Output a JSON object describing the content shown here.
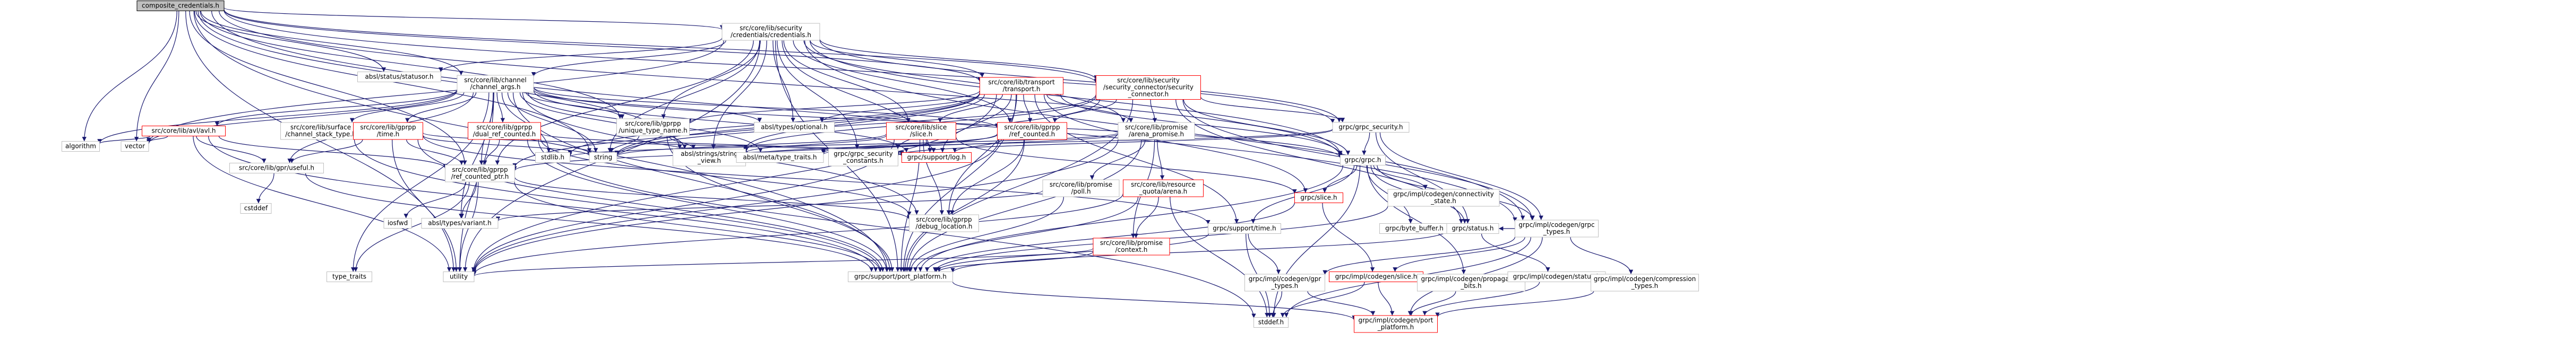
{
  "diagram": {
    "nodes": [
      {
        "id": "root",
        "lines": [
          "composite_credentials.h"
        ],
        "style": "root"
      },
      {
        "id": "credentials",
        "lines": [
          "src/core/lib/security",
          "/credentials/credentials.h"
        ],
        "style": "normal"
      },
      {
        "id": "status_statusor",
        "lines": [
          "absl/status/statusor.h"
        ],
        "style": "normal"
      },
      {
        "id": "channel_args",
        "lines": [
          "src/core/lib/channel",
          "/channel_args.h"
        ],
        "style": "normal"
      },
      {
        "id": "transport",
        "lines": [
          "src/core/lib/transport",
          "/transport.h"
        ],
        "style": "red"
      },
      {
        "id": "security_connector",
        "lines": [
          "src/core/lib/security",
          "/security_connector/security",
          "_connector.h"
        ],
        "style": "red"
      },
      {
        "id": "grpc_security",
        "lines": [
          "grpc/grpc_security.h"
        ],
        "style": "normal"
      },
      {
        "id": "avl",
        "lines": [
          "src/core/lib/avl/avl.h"
        ],
        "style": "red"
      },
      {
        "id": "channel_stack_type",
        "lines": [
          "src/core/lib/surface",
          "/channel_stack_type.h"
        ],
        "style": "normal"
      },
      {
        "id": "gprpp_time",
        "lines": [
          "src/core/lib/gprpp",
          "/time.h"
        ],
        "style": "red"
      },
      {
        "id": "dual_ref_counted",
        "lines": [
          "src/core/lib/gprpp",
          "/dual_ref_counted.h"
        ],
        "style": "red"
      },
      {
        "id": "unique_type_name",
        "lines": [
          "src/core/lib/gprpp",
          "/unique_type_name.h"
        ],
        "style": "normal"
      },
      {
        "id": "optional",
        "lines": [
          "absl/types/optional.h"
        ],
        "style": "normal"
      },
      {
        "id": "slice",
        "lines": [
          "src/core/lib/slice",
          "/slice.h"
        ],
        "style": "red"
      },
      {
        "id": "ref_counted",
        "lines": [
          "src/core/lib/gprpp",
          "/ref_counted.h"
        ],
        "style": "red"
      },
      {
        "id": "arena_promise",
        "lines": [
          "src/core/lib/promise",
          "/arena_promise.h"
        ],
        "style": "normal"
      },
      {
        "id": "grpc_h",
        "lines": [
          "grpc/grpc.h"
        ],
        "style": "normal"
      },
      {
        "id": "algorithm",
        "lines": [
          "algorithm"
        ],
        "style": "normal"
      },
      {
        "id": "vector",
        "lines": [
          "vector"
        ],
        "style": "normal"
      },
      {
        "id": "useful",
        "lines": [
          "src/core/lib/gpr/useful.h"
        ],
        "style": "normal"
      },
      {
        "id": "ref_counted_ptr",
        "lines": [
          "src/core/lib/gprpp",
          "/ref_counted_ptr.h"
        ],
        "style": "normal"
      },
      {
        "id": "stdlib",
        "lines": [
          "stdlib.h"
        ],
        "style": "normal"
      },
      {
        "id": "string",
        "lines": [
          "string"
        ],
        "style": "normal"
      },
      {
        "id": "string_view",
        "lines": [
          "absl/strings/string",
          "_view.h"
        ],
        "style": "normal"
      },
      {
        "id": "type_traits_absl",
        "lines": [
          "absl/meta/type_traits.h"
        ],
        "style": "normal"
      },
      {
        "id": "grpc_security_constants",
        "lines": [
          "grpc/grpc_security",
          "_constants.h"
        ],
        "style": "normal"
      },
      {
        "id": "support_log",
        "lines": [
          "grpc/support/log.h"
        ],
        "style": "red"
      },
      {
        "id": "poll",
        "lines": [
          "src/core/lib/promise",
          "/poll.h"
        ],
        "style": "normal"
      },
      {
        "id": "resource_quota_arena",
        "lines": [
          "src/core/lib/resource",
          "_quota/arena.h"
        ],
        "style": "red"
      },
      {
        "id": "cstddef",
        "lines": [
          "cstddef"
        ],
        "style": "normal"
      },
      {
        "id": "iosfwd",
        "lines": [
          "iosfwd"
        ],
        "style": "normal"
      },
      {
        "id": "variant",
        "lines": [
          "absl/types/variant.h"
        ],
        "style": "normal"
      },
      {
        "id": "debug_location",
        "lines": [
          "src/core/lib/gprpp",
          "/debug_location.h"
        ],
        "style": "normal"
      },
      {
        "id": "promise_context",
        "lines": [
          "src/core/lib/promise",
          "/context.h"
        ],
        "style": "red"
      },
      {
        "id": "support_time",
        "lines": [
          "grpc/support/time.h"
        ],
        "style": "normal"
      },
      {
        "id": "grpc_slice",
        "lines": [
          "grpc/slice.h"
        ],
        "style": "red"
      },
      {
        "id": "connectivity_state",
        "lines": [
          "grpc/impl/codegen/connectivity",
          "_state.h"
        ],
        "style": "normal"
      },
      {
        "id": "byte_buffer",
        "lines": [
          "grpc/byte_buffer.h"
        ],
        "style": "normal"
      },
      {
        "id": "status_h",
        "lines": [
          "grpc/status.h"
        ],
        "style": "normal"
      },
      {
        "id": "codegen_grpc_types",
        "lines": [
          "grpc/impl/codegen/grpc",
          "_types.h"
        ],
        "style": "normal"
      },
      {
        "id": "type_traits",
        "lines": [
          "type_traits"
        ],
        "style": "normal"
      },
      {
        "id": "utility",
        "lines": [
          "utility"
        ],
        "style": "normal"
      },
      {
        "id": "port_platform",
        "lines": [
          "grpc/support/port_platform.h"
        ],
        "style": "normal"
      },
      {
        "id": "codegen_gpr_types",
        "lines": [
          "grpc/impl/codegen/gpr",
          "_types.h"
        ],
        "style": "normal"
      },
      {
        "id": "codegen_slice",
        "lines": [
          "grpc/impl/codegen/slice.h"
        ],
        "style": "red"
      },
      {
        "id": "propagation_bits",
        "lines": [
          "grpc/impl/codegen/propagation",
          "_bits.h"
        ],
        "style": "normal"
      },
      {
        "id": "codegen_status",
        "lines": [
          "grpc/impl/codegen/status.h"
        ],
        "style": "normal"
      },
      {
        "id": "compression_types",
        "lines": [
          "grpc/impl/codegen/compression",
          "_types.h"
        ],
        "style": "normal"
      },
      {
        "id": "stddef",
        "lines": [
          "stddef.h"
        ],
        "style": "normal"
      },
      {
        "id": "codegen_port_platform",
        "lines": [
          "grpc/impl/codegen/port",
          "_platform.h"
        ],
        "style": "red"
      }
    ],
    "edges": [
      [
        "root",
        "credentials"
      ],
      [
        "root",
        "status_statusor"
      ],
      [
        "root",
        "channel_args"
      ],
      [
        "root",
        "transport"
      ],
      [
        "root",
        "security_connector"
      ],
      [
        "root",
        "grpc_security"
      ],
      [
        "root",
        "algorithm"
      ],
      [
        "root",
        "vector"
      ],
      [
        "root",
        "string"
      ],
      [
        "root",
        "port_platform"
      ],
      [
        "root",
        "ref_counted_ptr"
      ],
      [
        "root",
        "unique_type_name"
      ],
      [
        "root",
        "string_view"
      ],
      [
        "root",
        "utility"
      ],
      [
        "root",
        "codegen_grpc_types"
      ],
      [
        "root",
        "grpc_h"
      ],
      [
        "credentials",
        "status_statusor"
      ],
      [
        "credentials",
        "channel_args"
      ],
      [
        "credentials",
        "transport"
      ],
      [
        "credentials",
        "security_connector"
      ],
      [
        "credentials",
        "grpc_security"
      ],
      [
        "credentials",
        "unique_type_name"
      ],
      [
        "credentials",
        "ref_counted_ptr"
      ],
      [
        "credentials",
        "ref_counted"
      ],
      [
        "credentials",
        "arena_promise"
      ],
      [
        "credentials",
        "slice"
      ],
      [
        "credentials",
        "optional"
      ],
      [
        "credentials",
        "string"
      ],
      [
        "credentials",
        "string_view"
      ],
      [
        "credentials",
        "grpc_security_constants"
      ],
      [
        "credentials",
        "support_log"
      ],
      [
        "credentials",
        "port_platform"
      ],
      [
        "credentials",
        "utility"
      ],
      [
        "credentials",
        "vector"
      ],
      [
        "credentials",
        "grpc_h"
      ],
      [
        "credentials",
        "codegen_grpc_types"
      ],
      [
        "channel_args",
        "avl"
      ],
      [
        "channel_args",
        "channel_stack_type"
      ],
      [
        "channel_args",
        "gprpp_time"
      ],
      [
        "channel_args",
        "dual_ref_counted"
      ],
      [
        "channel_args",
        "unique_type_name"
      ],
      [
        "channel_args",
        "optional"
      ],
      [
        "channel_args",
        "ref_counted"
      ],
      [
        "channel_args",
        "ref_counted_ptr"
      ],
      [
        "channel_args",
        "useful"
      ],
      [
        "channel_args",
        "algorithm"
      ],
      [
        "channel_args",
        "vector"
      ],
      [
        "channel_args",
        "string"
      ],
      [
        "channel_args",
        "stdlib"
      ],
      [
        "channel_args",
        "string_view"
      ],
      [
        "channel_args",
        "type_traits_absl"
      ],
      [
        "channel_args",
        "variant"
      ],
      [
        "channel_args",
        "support_log"
      ],
      [
        "channel_args",
        "port_platform"
      ],
      [
        "channel_args",
        "utility"
      ],
      [
        "channel_args",
        "type_traits"
      ],
      [
        "channel_args",
        "grpc_h"
      ],
      [
        "channel_args",
        "debug_location"
      ],
      [
        "transport",
        "slice"
      ],
      [
        "transport",
        "ref_counted"
      ],
      [
        "transport",
        "arena_promise"
      ],
      [
        "transport",
        "optional"
      ],
      [
        "transport",
        "string"
      ],
      [
        "transport",
        "string_view"
      ],
      [
        "transport",
        "stdlib"
      ],
      [
        "transport",
        "support_log"
      ],
      [
        "transport",
        "grpc_slice"
      ],
      [
        "transport",
        "support_time"
      ],
      [
        "transport",
        "port_platform"
      ],
      [
        "transport",
        "utility"
      ],
      [
        "transport",
        "debug_location"
      ],
      [
        "transport",
        "ref_counted_ptr"
      ],
      [
        "transport",
        "unique_type_name"
      ],
      [
        "transport",
        "grpc_h"
      ],
      [
        "security_connector",
        "ref_counted"
      ],
      [
        "security_connector",
        "arena_promise"
      ],
      [
        "security_connector",
        "grpc_security"
      ],
      [
        "security_connector",
        "grpc_h"
      ],
      [
        "security_connector",
        "grpc_security_constants"
      ],
      [
        "security_connector",
        "string"
      ],
      [
        "security_connector",
        "string_view"
      ],
      [
        "security_connector",
        "port_platform"
      ],
      [
        "security_connector",
        "status_h"
      ],
      [
        "security_connector",
        "codegen_grpc_types"
      ],
      [
        "grpc_security",
        "grpc_h"
      ],
      [
        "grpc_security",
        "grpc_security_constants"
      ],
      [
        "grpc_security",
        "status_h"
      ],
      [
        "grpc_security",
        "codegen_grpc_types"
      ],
      [
        "grpc_security",
        "string_view"
      ],
      [
        "avl",
        "algorithm"
      ],
      [
        "avl",
        "vector"
      ],
      [
        "avl",
        "useful"
      ],
      [
        "avl",
        "ref_counted_ptr"
      ],
      [
        "avl",
        "port_platform"
      ],
      [
        "avl",
        "utility"
      ],
      [
        "channel_stack_type",
        "port_platform"
      ],
      [
        "gprpp_time",
        "string"
      ],
      [
        "gprpp_time",
        "support_log"
      ],
      [
        "gprpp_time",
        "support_time"
      ],
      [
        "gprpp_time",
        "useful"
      ],
      [
        "gprpp_time",
        "port_platform"
      ],
      [
        "gprpp_time",
        "utility"
      ],
      [
        "gprpp_time",
        "ref_counted_ptr"
      ],
      [
        "dual_ref_counted",
        "ref_counted_ptr"
      ],
      [
        "dual_ref_counted",
        "support_log"
      ],
      [
        "dual_ref_counted",
        "debug_location"
      ],
      [
        "dual_ref_counted",
        "port_platform"
      ],
      [
        "dual_ref_counted",
        "stddef"
      ],
      [
        "unique_type_name",
        "string"
      ],
      [
        "unique_type_name",
        "string_view"
      ],
      [
        "unique_type_name",
        "port_platform"
      ],
      [
        "slice",
        "string"
      ],
      [
        "slice",
        "string_view"
      ],
      [
        "slice",
        "support_log"
      ],
      [
        "slice",
        "grpc_slice"
      ],
      [
        "slice",
        "port_platform"
      ],
      [
        "slice",
        "utility"
      ],
      [
        "slice",
        "debug_location"
      ],
      [
        "ref_counted",
        "ref_counted_ptr"
      ],
      [
        "ref_counted",
        "support_log"
      ],
      [
        "ref_counted",
        "debug_location"
      ],
      [
        "ref_counted",
        "port_platform"
      ],
      [
        "ref_counted",
        "type_traits_absl"
      ],
      [
        "ref_counted",
        "utility"
      ],
      [
        "arena_promise",
        "poll"
      ],
      [
        "arena_promise",
        "resource_quota_arena"
      ],
      [
        "arena_promise",
        "promise_context"
      ],
      [
        "arena_promise",
        "type_traits_absl"
      ],
      [
        "arena_promise",
        "utility"
      ],
      [
        "arena_promise",
        "port_platform"
      ],
      [
        "arena_promise",
        "stdlib"
      ],
      [
        "grpc_h",
        "support_time"
      ],
      [
        "grpc_h",
        "grpc_slice"
      ],
      [
        "grpc_h",
        "connectivity_state"
      ],
      [
        "grpc_h",
        "byte_buffer"
      ],
      [
        "grpc_h",
        "status_h"
      ],
      [
        "grpc_h",
        "codegen_grpc_types"
      ],
      [
        "grpc_h",
        "propagation_bits"
      ],
      [
        "grpc_h",
        "port_platform"
      ],
      [
        "grpc_h",
        "stddef"
      ],
      [
        "useful",
        "cstddef"
      ],
      [
        "useful",
        "port_platform"
      ],
      [
        "ref_counted_ptr",
        "iosfwd"
      ],
      [
        "ref_counted_ptr",
        "variant"
      ],
      [
        "ref_counted_ptr",
        "debug_location"
      ],
      [
        "ref_counted_ptr",
        "port_platform"
      ],
      [
        "ref_counted_ptr",
        "type_traits"
      ],
      [
        "ref_counted_ptr",
        "utility"
      ],
      [
        "poll",
        "variant"
      ],
      [
        "poll",
        "port_platform"
      ],
      [
        "resource_quota_arena",
        "promise_context"
      ],
      [
        "resource_quota_arena",
        "utility"
      ],
      [
        "resource_quota_arena",
        "port_platform"
      ],
      [
        "resource_quota_arena",
        "stddef"
      ],
      [
        "promise_context",
        "utility"
      ],
      [
        "promise_context",
        "port_platform"
      ],
      [
        "support_time",
        "codegen_gpr_types"
      ],
      [
        "support_time",
        "port_platform"
      ],
      [
        "support_time",
        "stddef"
      ],
      [
        "grpc_slice",
        "codegen_slice"
      ],
      [
        "grpc_slice",
        "port_platform"
      ],
      [
        "connectivity_state",
        "port_platform"
      ],
      [
        "status_h",
        "codegen_status"
      ],
      [
        "status_h",
        "port_platform"
      ],
      [
        "codegen_grpc_types",
        "compression_types"
      ],
      [
        "codegen_grpc_types",
        "codegen_gpr_types"
      ],
      [
        "codegen_grpc_types",
        "codegen_slice"
      ],
      [
        "codegen_grpc_types",
        "status_h"
      ],
      [
        "codegen_grpc_types",
        "codegen_port_platform"
      ],
      [
        "codegen_grpc_types",
        "stddef"
      ],
      [
        "port_platform",
        "codegen_port_platform"
      ],
      [
        "codegen_gpr_types",
        "codegen_port_platform"
      ],
      [
        "codegen_gpr_types",
        "stddef"
      ],
      [
        "codegen_slice",
        "codegen_port_platform"
      ],
      [
        "codegen_slice",
        "stddef"
      ],
      [
        "propagation_bits",
        "codegen_port_platform"
      ],
      [
        "codegen_status",
        "codegen_port_platform"
      ],
      [
        "compression_types",
        "codegen_port_platform"
      ]
    ]
  }
}
